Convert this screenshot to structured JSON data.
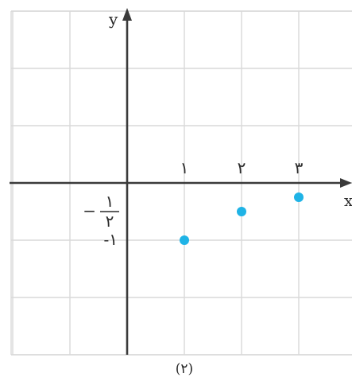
{
  "chart_data": {
    "type": "scatter",
    "title": "",
    "xlabel": "x",
    "ylabel": "y",
    "xlim": [
      -2,
      4
    ],
    "ylim": [
      -3,
      3
    ],
    "grid": true,
    "x_ticks": [
      {
        "value": 1,
        "label": "۱"
      },
      {
        "value": 2,
        "label": "۲"
      },
      {
        "value": 3,
        "label": "۳"
      }
    ],
    "y_ticks": [
      {
        "value": -0.5,
        "label_sign": "−",
        "label_num": "۱",
        "label_den": "۲"
      },
      {
        "value": -1,
        "label": "-۱"
      }
    ],
    "points": [
      {
        "x": 1,
        "y": -1
      },
      {
        "x": 2,
        "y": -0.5
      },
      {
        "x": 3,
        "y": -0.25
      }
    ],
    "point_color": "#1fb3e6",
    "caption": "(۲)"
  }
}
